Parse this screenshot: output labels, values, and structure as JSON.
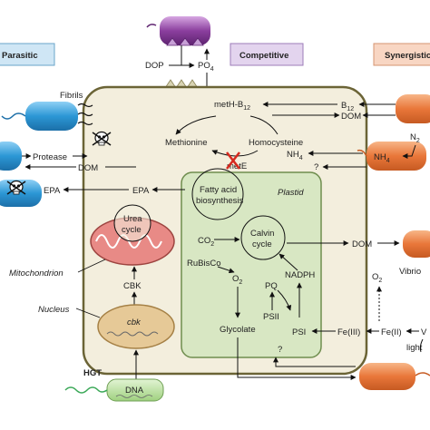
{
  "headers": {
    "parasitic": "Parasitic",
    "competitive": "Competitive",
    "synergistic": "Synergistic"
  },
  "top": {
    "dop": "DOP",
    "po4_base": "PO",
    "po4_sub": "4"
  },
  "left": {
    "fibrils": "Fibrils",
    "protease": "Protease",
    "dom": "DOM",
    "epa_out": "EPA",
    "epa_in": "EPA",
    "mitochondrion": "Mitochondrion",
    "nucleus": "Nucleus",
    "hgt": "HGT"
  },
  "cell": {
    "meth_b12_base": "metH-B",
    "meth_b12_sub": "12",
    "methionine": "Methionine",
    "homocysteine": "Homocysteine",
    "mete": "metE",
    "plastid": "Plastid",
    "fatty_line1": "Fatty acid",
    "fatty_line2": "biosynthesis",
    "urea_line1": "Urea",
    "urea_line2": "cycle",
    "cbk": "CBK",
    "cbk_gene": "cbk",
    "dna": "DNA",
    "co2_base": "CO",
    "co2_sub": "2",
    "rubisco": "RuBisCo",
    "o2_base": "O",
    "o2_sub": "2",
    "calvin_line1": "Calvin",
    "calvin_line2": "cycle",
    "nadph": "NADPH",
    "pq": "PQ",
    "psii": "PSII",
    "psi": "PSI",
    "glycolate": "Glycolate",
    "question": "?"
  },
  "right": {
    "b12_base": "B",
    "b12_sub": "12",
    "dom": "DOM",
    "n2_base": "N",
    "n2_sub": "2",
    "nh4_in_base": "NH",
    "nh4_in_sub": "4",
    "nh4_box_base": "NH",
    "nh4_box_sub": "4",
    "question": "?",
    "dom2": "DOM",
    "vibrio": "Vibrio",
    "o2_base": "O",
    "o2_sub": "2",
    "fe3": "Fe(III)",
    "fe2": "Fe(II)",
    "light": "light",
    "v": "V"
  },
  "colors": {
    "cell_fill": "#f3eedd",
    "cell_border": "#6b6436",
    "plastid_fill": "#d8e7c3",
    "plastid_border": "#6f8d4e",
    "mito_fill": "#e88a86",
    "nucleus_fill": "#e6c997",
    "dna_fill": "#b8e0a0",
    "parasitic_box": "#cfe6f5",
    "competitive_box": "#e3d4ee",
    "synergistic_box": "#f8d6c3",
    "blue_bact": "#2c97d5",
    "orange_bact": "#e9773a",
    "purple_bact": "#8b3f9e",
    "mete_x": "#d6291f"
  },
  "icons": [
    "skull-icon",
    "crossed-out-marker"
  ]
}
